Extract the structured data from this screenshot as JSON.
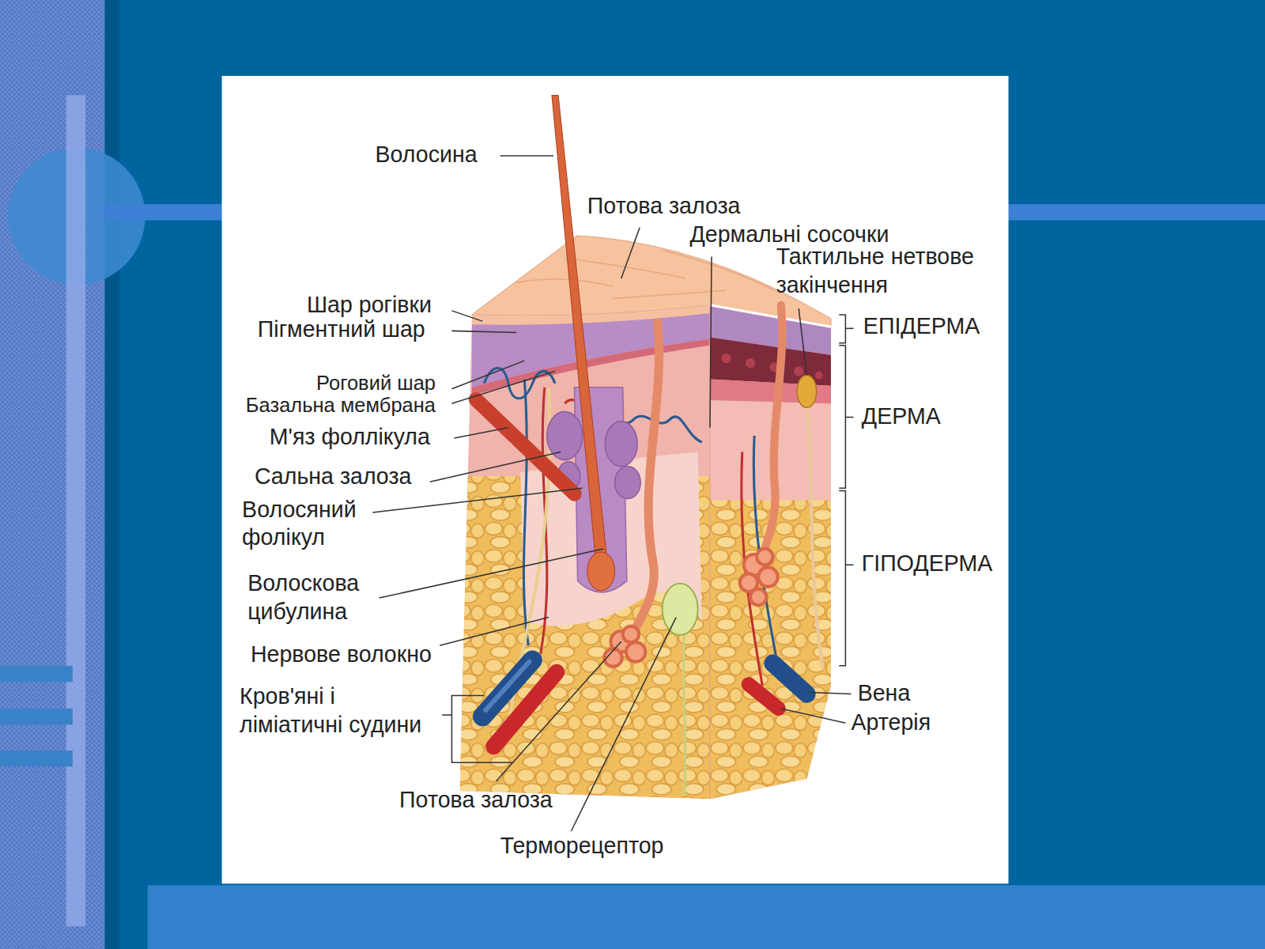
{
  "diagram": {
    "labels": [
      "Волосина",
      "Потова залоза",
      "Дермальні сосочки",
      "Тактильне нетвове закінчення",
      "Шар рогівки",
      "Пігментний шар",
      "ЕПІДЕРМА",
      "Роговий шар",
      "Базальна мембрана",
      "ДЕРМА",
      "М'яз фоллікула",
      "Сальна залоза",
      "Волосяний фолікул",
      "ГІПОДЕРМА",
      "Волоскова цибулина",
      "Нервове волокно",
      "Кров'яні і ліміатичні судини",
      "Вена",
      "Артерія",
      "Потова залоза",
      "Терморецептор"
    ]
  }
}
